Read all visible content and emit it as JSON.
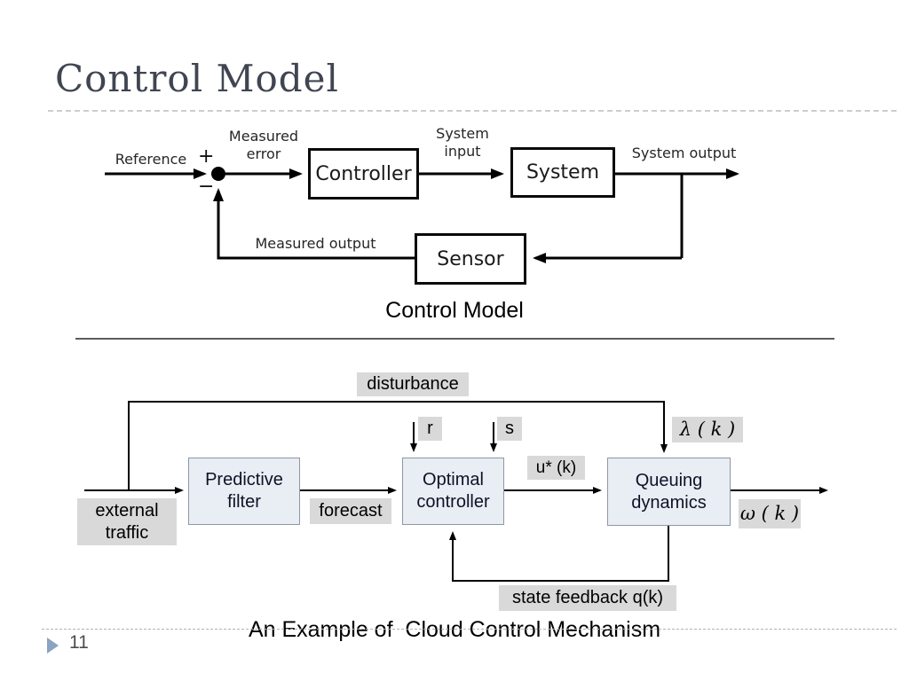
{
  "slide": {
    "title": "Control Model",
    "page_number": "11"
  },
  "colors": {
    "title_text": "#404552",
    "accent_triangle": "#8aa3c1",
    "block_fill": "#e9edf4",
    "block_border": "#8d97a5",
    "label_bg": "#d9d9d9",
    "diagram_line": "#000000"
  },
  "top_diagram": {
    "caption": "Control Model",
    "blocks": {
      "controller": "Controller",
      "system": "System",
      "sensor": "Sensor"
    },
    "labels": {
      "reference": "Reference",
      "measured_error_line1": "Measured",
      "measured_error_line2": "error",
      "system_input_line1": "System",
      "system_input_line2": "input",
      "system_output": "System output",
      "measured_output": "Measured output",
      "plus": "+",
      "minus": "−"
    }
  },
  "bottom_diagram": {
    "caption": "An Example of  Cloud Control Mechanism",
    "blocks": {
      "predictive_filter_line1": "Predictive",
      "predictive_filter_line2": "filter",
      "optimal_controller_line1": "Optimal",
      "optimal_controller_line2": "controller",
      "queuing_dynamics_line1": "Queuing",
      "queuing_dynamics_line2": "dynamics"
    },
    "labels": {
      "disturbance": "disturbance",
      "external_traffic_line1": "external",
      "external_traffic_line2": "traffic",
      "forecast": "forecast",
      "r": "r",
      "s": "s",
      "u_star_k": "u* (k)",
      "lambda_k": "λ ( k )",
      "omega_k": "ω ( k )",
      "state_feedback": "state feedback q(k)"
    }
  }
}
